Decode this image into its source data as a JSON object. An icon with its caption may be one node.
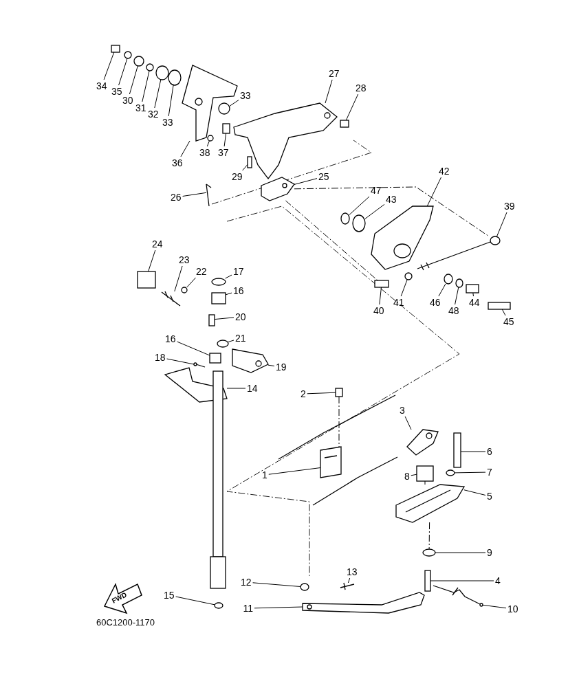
{
  "diagram": {
    "nodes": [
      {
        "text": [
          "34"
        ]
      },
      {
        "text": [
          "35"
        ]
      },
      {
        "text": [
          "30"
        ]
      },
      {
        "text": [
          "31"
        ]
      },
      {
        "text": [
          "32"
        ]
      },
      {
        "text": [
          "33"
        ]
      },
      {
        "text": [
          "33"
        ]
      },
      {
        "text": [
          "27"
        ]
      },
      {
        "text": [
          "28"
        ]
      },
      {
        "text": [
          "36"
        ]
      },
      {
        "text": [
          "38"
        ]
      },
      {
        "text": [
          "37"
        ]
      },
      {
        "text": [
          "29"
        ]
      },
      {
        "text": [
          "26"
        ]
      },
      {
        "text": [
          "25"
        ]
      },
      {
        "text": [
          "42"
        ]
      },
      {
        "text": [
          "47"
        ]
      },
      {
        "text": [
          "43"
        ]
      },
      {
        "text": [
          "39"
        ]
      },
      {
        "text": [
          "24"
        ]
      },
      {
        "text": [
          "23"
        ]
      },
      {
        "text": [
          "22"
        ]
      },
      {
        "text": [
          "17"
        ]
      },
      {
        "text": [
          "16"
        ]
      },
      {
        "text": [
          "40"
        ]
      },
      {
        "text": [
          "41"
        ]
      },
      {
        "text": [
          "46"
        ]
      },
      {
        "text": [
          "48"
        ]
      },
      {
        "text": [
          "44"
        ]
      },
      {
        "text": [
          "45"
        ]
      },
      {
        "text": [
          "20"
        ]
      },
      {
        "text": [
          "21"
        ]
      },
      {
        "text": [
          "16"
        ]
      },
      {
        "text": [
          "18"
        ]
      },
      {
        "text": [
          "19"
        ]
      },
      {
        "text": [
          "14"
        ]
      },
      {
        "text": [
          "2"
        ]
      },
      {
        "text": [
          "3"
        ]
      },
      {
        "text": [
          "6"
        ]
      },
      {
        "text": [
          "1"
        ]
      },
      {
        "text": [
          "8"
        ]
      },
      {
        "text": [
          "7"
        ]
      },
      {
        "text": [
          "5"
        ]
      },
      {
        "text": [
          "9"
        ]
      },
      {
        "text": [
          "13"
        ]
      },
      {
        "text": [
          "4"
        ]
      },
      {
        "text": [
          "12"
        ]
      },
      {
        "text": [
          "15"
        ]
      },
      {
        "text": [
          "11"
        ]
      },
      {
        "text": [
          "10"
        ]
      },
      {
        "text": [],
        "shape": "box"
      },
      {
        "text": [],
        "shape": "circle"
      },
      {
        "text": [],
        "shape": "circle"
      },
      {
        "text": [],
        "shape": "circle"
      },
      {
        "text": [],
        "shape": "circle"
      },
      {
        "text": [],
        "shape": "circle"
      },
      {
        "text": [],
        "shape": "circle"
      },
      {
        "text": [],
        "shape": "picture"
      },
      {
        "text": [],
        "shape": "box"
      },
      {
        "text": [],
        "shape": "picture"
      },
      {
        "text": [],
        "shape": "circle"
      },
      {
        "text": [],
        "shape": "box"
      },
      {
        "text": [],
        "shape": "box"
      },
      {
        "text": [],
        "shape": "picture"
      },
      {
        "text": [],
        "shape": "picture"
      },
      {
        "text": [],
        "shape": "picture"
      },
      {
        "text": [],
        "shape": "circle"
      },
      {
        "text": [],
        "shape": "circle"
      },
      {
        "text": [],
        "shape": "picture"
      },
      {
        "text": [],
        "shape": "box"
      },
      {
        "text": [],
        "shape": "picture"
      },
      {
        "text": [],
        "shape": "circle"
      },
      {
        "text": [],
        "shape": "circle"
      },
      {
        "text": [],
        "shape": "box"
      },
      {
        "text": [],
        "shape": "box"
      },
      {
        "text": [],
        "shape": "circle"
      },
      {
        "text": [],
        "shape": "circle"
      },
      {
        "text": [],
        "shape": "circle"
      },
      {
        "text": [],
        "shape": "box"
      },
      {
        "text": [],
        "shape": "box"
      },
      {
        "text": [],
        "shape": "box"
      },
      {
        "text": [],
        "shape": "circle"
      },
      {
        "text": [],
        "shape": "box"
      },
      {
        "text": [],
        "shape": "picture"
      },
      {
        "text": [],
        "shape": "picture"
      },
      {
        "text": [],
        "shape": "picture"
      },
      {
        "text": [],
        "shape": "box"
      },
      {
        "text": [],
        "shape": "picture"
      },
      {
        "text": [],
        "shape": "box"
      },
      {
        "text": [],
        "shape": "picture"
      },
      {
        "text": [],
        "shape": "box"
      },
      {
        "text": [],
        "shape": "circle"
      },
      {
        "text": [],
        "shape": "picture"
      },
      {
        "text": [],
        "shape": "circle"
      },
      {
        "text": [],
        "shape": "picture"
      },
      {
        "text": [],
        "shape": "box"
      },
      {
        "text": [],
        "shape": "circle"
      },
      {
        "text": [],
        "shape": "circle"
      },
      {
        "text": [],
        "shape": "picture"
      },
      {
        "text": [],
        "shape": "picture"
      }
    ],
    "edges": [
      {
        "from": 0,
        "to": 50,
        "arrow": "none"
      },
      {
        "from": 1,
        "to": 51,
        "arrow": "none"
      },
      {
        "from": 2,
        "to": 52,
        "arrow": "none"
      },
      {
        "from": 3,
        "to": 53,
        "arrow": "none"
      },
      {
        "from": 4,
        "to": 54,
        "arrow": "none"
      },
      {
        "from": 5,
        "to": 55,
        "arrow": "none"
      },
      {
        "from": 6,
        "to": 56,
        "arrow": "none"
      },
      {
        "from": 7,
        "to": 57,
        "arrow": "none"
      },
      {
        "from": 8,
        "to": 58,
        "arrow": "none"
      },
      {
        "from": 9,
        "to": 59,
        "arrow": "none"
      },
      {
        "from": 10,
        "to": 60,
        "arrow": "none"
      },
      {
        "from": 11,
        "to": 61,
        "arrow": "none"
      },
      {
        "from": 12,
        "to": 62,
        "arrow": "none"
      },
      {
        "from": 13,
        "to": 63,
        "arrow": "none"
      },
      {
        "from": 14,
        "to": 64,
        "arrow": "none"
      },
      {
        "from": 15,
        "to": 65,
        "arrow": "none"
      },
      {
        "from": 16,
        "to": 66,
        "arrow": "none"
      },
      {
        "from": 17,
        "to": 67,
        "arrow": "none"
      },
      {
        "from": 18,
        "to": 68,
        "arrow": "none"
      },
      {
        "from": 19,
        "to": 69,
        "arrow": "none"
      },
      {
        "from": 20,
        "to": 70,
        "arrow": "none"
      },
      {
        "from": 21,
        "to": 71,
        "arrow": "none"
      },
      {
        "from": 22,
        "to": 72,
        "arrow": "none"
      },
      {
        "from": 23,
        "to": 73,
        "arrow": "none"
      },
      {
        "from": 24,
        "to": 74,
        "arrow": "none"
      },
      {
        "from": 25,
        "to": 75,
        "arrow": "none"
      },
      {
        "from": 26,
        "to": 76,
        "arrow": "none"
      },
      {
        "from": 27,
        "to": 77,
        "arrow": "none"
      },
      {
        "from": 28,
        "to": 78,
        "arrow": "none"
      },
      {
        "from": 29,
        "to": 79,
        "arrow": "none"
      },
      {
        "from": 30,
        "to": 80,
        "arrow": "none"
      },
      {
        "from": 31,
        "to": 81,
        "arrow": "none"
      },
      {
        "from": 32,
        "to": 82,
        "arrow": "none"
      },
      {
        "from": 33,
        "to": 83,
        "arrow": "none"
      },
      {
        "from": 34,
        "to": 84,
        "arrow": "none"
      },
      {
        "from": 35,
        "to": 85,
        "arrow": "none"
      },
      {
        "from": 36,
        "to": 86,
        "arrow": "none"
      },
      {
        "from": 37,
        "to": 87,
        "arrow": "none"
      },
      {
        "from": 38,
        "to": 88,
        "arrow": "none"
      },
      {
        "from": 39,
        "to": 89,
        "arrow": "none"
      },
      {
        "from": 40,
        "to": 90,
        "arrow": "none"
      },
      {
        "from": 41,
        "to": 91,
        "arrow": "none"
      },
      {
        "from": 42,
        "to": 92,
        "arrow": "none"
      },
      {
        "from": 43,
        "to": 93,
        "arrow": "none"
      },
      {
        "from": 44,
        "to": 94,
        "arrow": "none"
      },
      {
        "from": 45,
        "to": 95,
        "arrow": "none"
      },
      {
        "from": 46,
        "to": 96,
        "arrow": "none"
      },
      {
        "from": 47,
        "to": 97,
        "arrow": "none"
      },
      {
        "from": 48,
        "to": 98,
        "arrow": "none"
      },
      {
        "from": 49,
        "to": 99,
        "arrow": "none"
      },
      {
        "from": 86,
        "to": 89,
        "arrow": "none",
        "style": "dashed"
      },
      {
        "from": 90,
        "to": 92,
        "arrow": "none",
        "style": "dashed"
      },
      {
        "from": 92,
        "to": 93,
        "arrow": "none",
        "style": "dashed"
      },
      {
        "from": 64,
        "to": 68,
        "arrow": "none",
        "style": "dashed"
      },
      {
        "from": 64,
        "to": 74,
        "arrow": "none",
        "style": "dashed"
      }
    ],
    "labels": [
      "FWD",
      "60C1200-1170"
    ]
  }
}
